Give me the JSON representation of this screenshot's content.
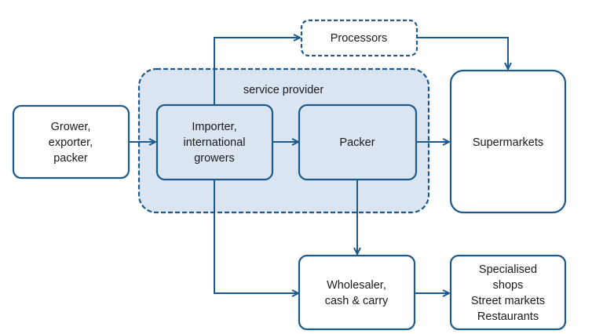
{
  "colors": {
    "stroke": "#1c5a8c",
    "group_fill": "#dbe5f1",
    "inner_fill": "#dbe5f1",
    "box_fill": "#ffffff"
  },
  "group": {
    "label": "service provider"
  },
  "nodes": {
    "grower": {
      "lines": [
        "Grower,",
        "exporter,",
        "packer"
      ]
    },
    "importer": {
      "lines": [
        "Importer,",
        "international",
        "growers"
      ]
    },
    "packer": {
      "lines": [
        "Packer"
      ]
    },
    "processors": {
      "lines": [
        "Processors"
      ]
    },
    "supermarkets": {
      "lines": [
        "Supermarkets"
      ]
    },
    "wholesaler": {
      "lines": [
        "Wholesaler,",
        "cash & carry"
      ]
    },
    "specialised": {
      "lines": [
        "Specialised",
        "shops",
        "Street markets",
        "Restaurants"
      ]
    }
  },
  "edges": [
    {
      "from": "grower",
      "to": "importer"
    },
    {
      "from": "importer",
      "to": "packer"
    },
    {
      "from": "importer",
      "to": "processors"
    },
    {
      "from": "importer",
      "to": "wholesaler"
    },
    {
      "from": "processors",
      "to": "supermarkets"
    },
    {
      "from": "packer",
      "to": "supermarkets"
    },
    {
      "from": "packer",
      "to": "wholesaler"
    },
    {
      "from": "wholesaler",
      "to": "specialised"
    }
  ]
}
